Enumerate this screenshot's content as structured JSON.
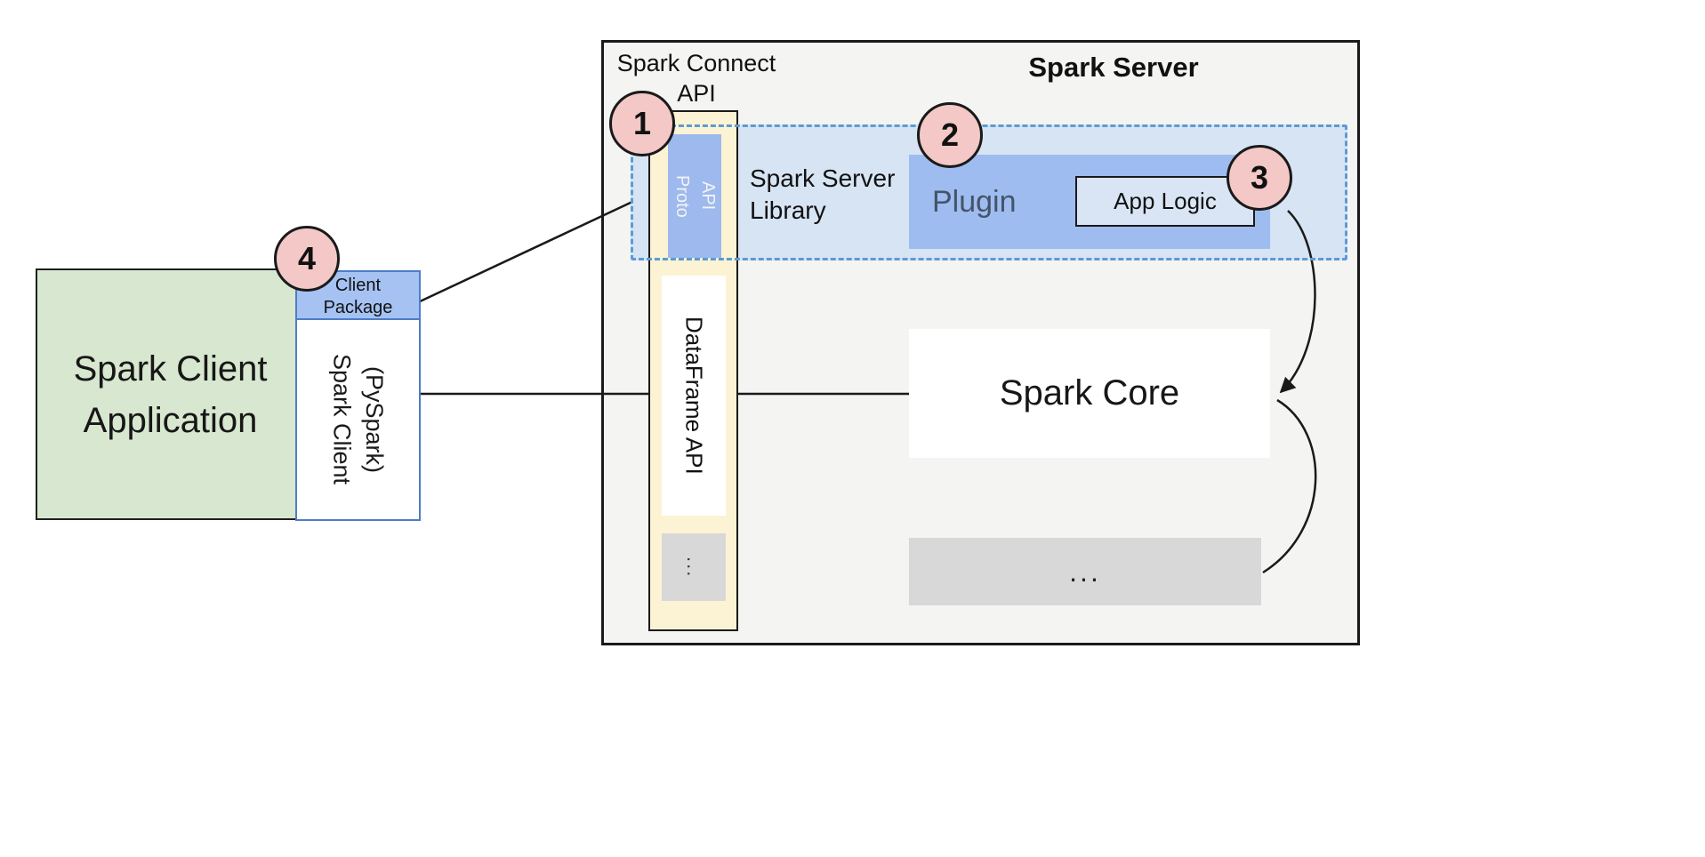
{
  "client": {
    "application_label": {
      "line1": "Spark Client",
      "line2": "Application"
    },
    "package_label": {
      "line1": "Client",
      "line2": "Package"
    },
    "library_label": {
      "line1": "Spark Client",
      "line2": "(PySpark)"
    }
  },
  "server": {
    "title": "Spark Server",
    "connect_api_label": {
      "line1": "Spark Connect",
      "line2": "API"
    },
    "proto_api_label": {
      "line1": "Proto",
      "line2": "API"
    },
    "server_library_label": {
      "line1": "Spark Server",
      "line2": "Library"
    },
    "plugin_label": "Plugin",
    "app_logic_label": "App Logic",
    "dataframe_api_label": "DataFrame API",
    "api_stack_more": "...",
    "spark_core_label": "Spark Core",
    "core_more": "..."
  },
  "badges": [
    {
      "label": "1"
    },
    {
      "label": "2"
    },
    {
      "label": "3"
    },
    {
      "label": "4"
    }
  ],
  "colors": {
    "client_app_fill": "#d8e7cf",
    "client_accent_fill": "#a5c2f2",
    "client_border": "#4d7cc9",
    "server_fill": "#f4f4f3",
    "api_stack_fill": "#fcf3d4",
    "proto_api_fill": "#9db9ee",
    "library_region_fill": "#d7e4f4",
    "library_dash_border": "#5b9bd5",
    "plugin_fill": "#9fbcf0",
    "app_logic_fill": "#d9e5f5",
    "badge_fill": "#f3c8c6",
    "muted_fill": "#d8d8d8",
    "line_color": "#1a1a1a"
  }
}
